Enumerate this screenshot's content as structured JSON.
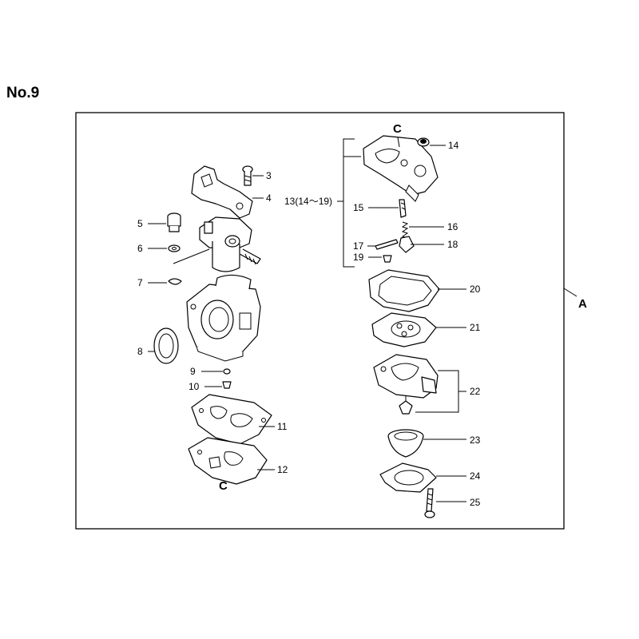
{
  "title": "No.9",
  "frame_label": "A",
  "assembly": {
    "label": "13(14～19)"
  },
  "connectors": {
    "top": "C",
    "bottom": "C"
  },
  "parts": [
    {
      "label": "3"
    },
    {
      "label": "4"
    },
    {
      "label": "5"
    },
    {
      "label": "6"
    },
    {
      "label": "7"
    },
    {
      "label": "8"
    },
    {
      "label": "9"
    },
    {
      "label": "10"
    },
    {
      "label": "11"
    },
    {
      "label": "12"
    },
    {
      "label": "14"
    },
    {
      "label": "15"
    },
    {
      "label": "16"
    },
    {
      "label": "17"
    },
    {
      "label": "18"
    },
    {
      "label": "19"
    },
    {
      "label": "20"
    },
    {
      "label": "21"
    },
    {
      "label": "22"
    },
    {
      "label": "23"
    },
    {
      "label": "24"
    },
    {
      "label": "25"
    }
  ]
}
